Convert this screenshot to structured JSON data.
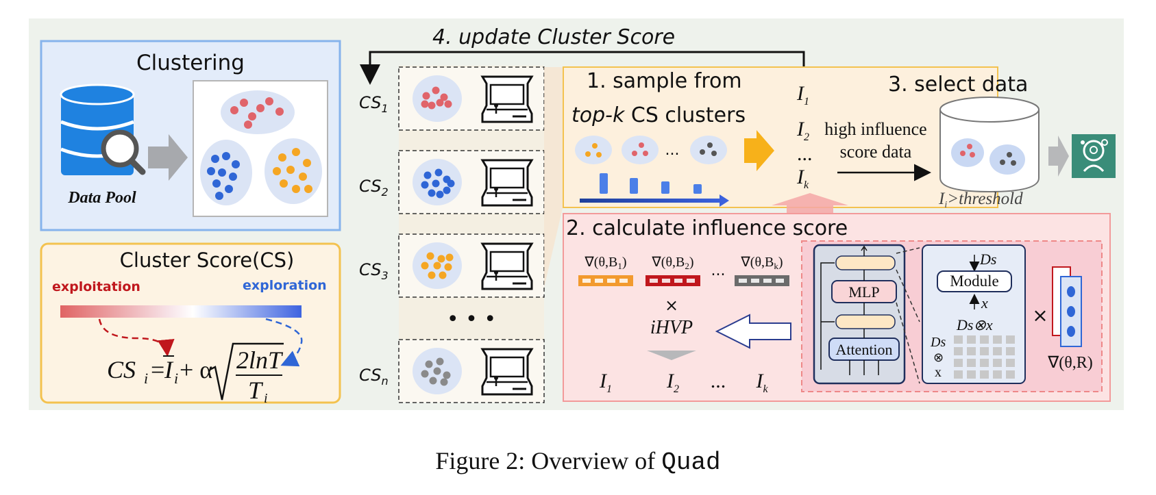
{
  "clustering": {
    "title": "Clustering",
    "data_pool_label": "Data Pool"
  },
  "cluster_score_panel": {
    "title": "Cluster Score(CS)",
    "exploitation_label": "exploitation",
    "exploration_label": "exploration",
    "formula": {
      "lhs": "CS",
      "lhs_sub": "i",
      "eq": "=",
      "i_bar": "I",
      "i_sub": "i",
      "plus_alpha": "+ α",
      "numerator": "2lnT",
      "denominator": "T",
      "den_sub": "i"
    }
  },
  "update_label": "4. update Cluster Score",
  "cluster_rows": [
    {
      "label": "CS",
      "sub": "1",
      "dot_color": "#e0646a"
    },
    {
      "label": "CS",
      "sub": "2",
      "dot_color": "#2f66d6"
    },
    {
      "label": "CS",
      "sub": "3",
      "dot_color": "#f5a623"
    },
    {
      "label": "CS",
      "sub": "n",
      "dot_color": "#8a8a8a"
    }
  ],
  "ellipsis_dots": "• • •",
  "sample": {
    "line1": "1. sample from",
    "line2_italic": "top-k",
    "line2_rest": " CS clusters",
    "dots_text": "..."
  },
  "influence_list": [
    {
      "label": "I",
      "sub": "1"
    },
    {
      "label": "I",
      "sub": "2"
    },
    {
      "label": "...",
      "sub": ""
    },
    {
      "label": "I",
      "sub": "k"
    }
  ],
  "select": {
    "title": "3. select data",
    "high_line1": "high influence",
    "high_line2": "score data",
    "threshold_label": "I",
    "threshold_sub": "i",
    "threshold_rest": ">threshold"
  },
  "calc": {
    "title": "2. calculate influence score",
    "grads": [
      {
        "text": "∇(θ,B",
        "sub": "1",
        "close": ")",
        "color": "#f29a2e"
      },
      {
        "text": "∇(θ,B",
        "sub": "2",
        "close": ")",
        "color": "#c0171d"
      },
      {
        "text": "∇(θ,B",
        "sub": "k",
        "close": ")",
        "color": "#6b6b6b"
      }
    ],
    "grad_ellipsis": "...",
    "times": "×",
    "ihvp": "iHVP",
    "outputs": [
      {
        "label": "I",
        "sub": "1"
      },
      {
        "label": "I",
        "sub": "2"
      },
      {
        "label": "...",
        "sub": ""
      },
      {
        "label": "I",
        "sub": "k"
      }
    ],
    "mlp_label": "MLP",
    "attention_label": "Attention",
    "module_label": "Module",
    "ds_label": "Ds",
    "x_label": "x",
    "ds_otimes_x": "Ds⊗x",
    "ds_small": "Ds",
    "otimes": "⊗",
    "x_small": "x",
    "times_right": "×",
    "grad_r": "∇(θ,R)"
  },
  "caption": {
    "prefix": "Figure 2: Overview of ",
    "code": "Quad"
  },
  "colors": {
    "background_panel": "#eef2ec",
    "clustering_border": "#86b3ec",
    "cs_border": "#f3c24f",
    "cs_bg": "#fdf3e3",
    "sample_bg": "#fdf0dd",
    "calc_bg": "#fce3e3",
    "teal_icon": "#3a8d79",
    "orange": "#f5a623",
    "red": "#e0646a",
    "blue": "#2f66d6",
    "grey": "#8a8a8a"
  },
  "icons": [
    "database-search-icon",
    "arcade-machine-icon",
    "brain-person-icon",
    "arrow-icon"
  ]
}
